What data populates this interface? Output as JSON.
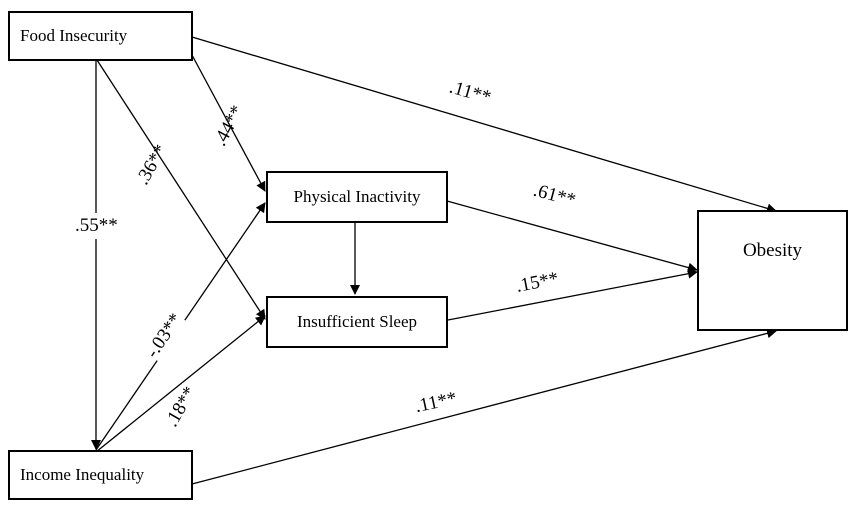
{
  "nodes": {
    "food_insecurity": "Food Insecurity",
    "physical_inactivity": "Physical Inactivity",
    "insufficient_sleep": "Insufficient Sleep",
    "obesity": "Obesity",
    "income_inequality": "Income Inequality"
  },
  "paths": {
    "food_to_obesity": ".11**",
    "food_to_physical_inactivity": ".44**",
    "food_to_insufficient_sleep": ".36**",
    "food_to_income_inequality": ".55**",
    "physical_inactivity_to_obesity": ".61**",
    "insufficient_sleep_to_obesity": ".15**",
    "income_to_physical_inactivity": "-.03**",
    "income_to_insufficient_sleep": ".18**",
    "income_to_obesity": ".11**"
  }
}
